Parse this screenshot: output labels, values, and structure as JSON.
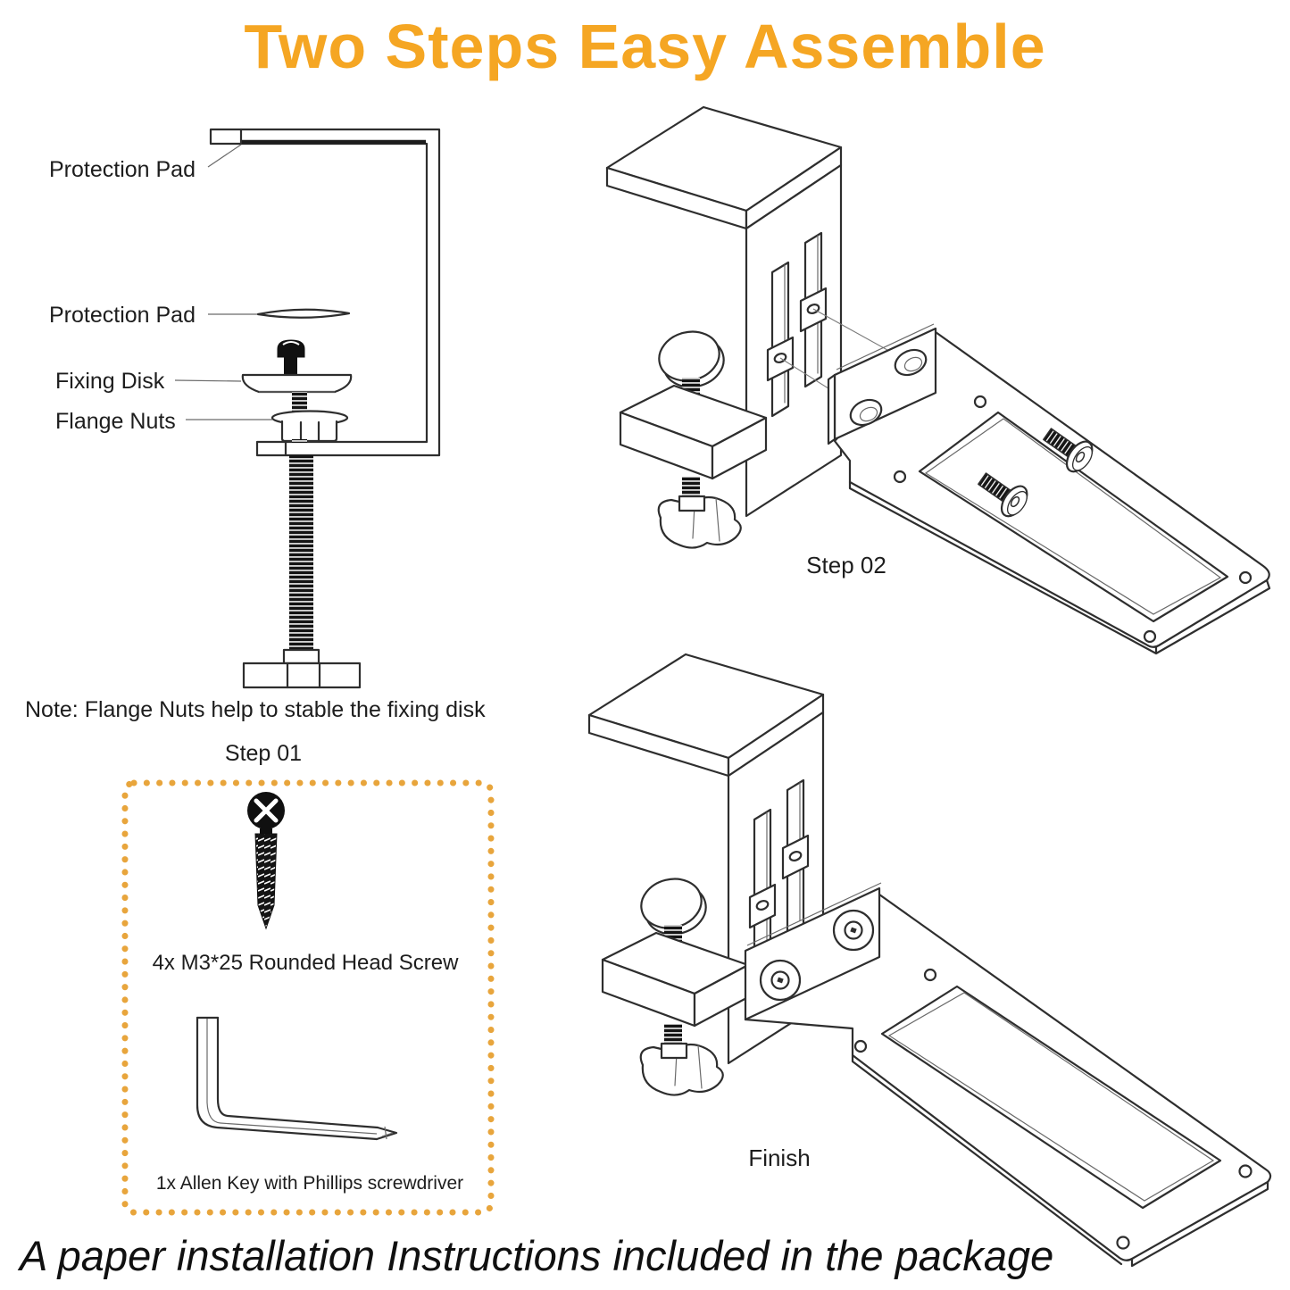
{
  "title": "Two Steps Easy Assemble",
  "colors": {
    "title_orange": "#F5A623",
    "dotted_box_orange": "#E8A53C",
    "line_dark": "#2e2e2e"
  },
  "exploded_view": {
    "labels": {
      "protection_pad_top": "Protection Pad",
      "protection_pad_mid": "Protection Pad",
      "fixing_disk": "Fixing Disk",
      "flange_nuts": "Flange Nuts"
    },
    "note": "Note: Flange Nuts help to stable the fixing disk",
    "step_label": "Step 01"
  },
  "step_two": {
    "step_label": "Step 02"
  },
  "finish_view": {
    "label": "Finish"
  },
  "parts_box": {
    "screw_label": "4x M3*25 Rounded Head Screw",
    "allen_key_label": "1x Allen Key with Phillips screwdriver"
  },
  "footer": "A paper installation Instructions included in the package"
}
